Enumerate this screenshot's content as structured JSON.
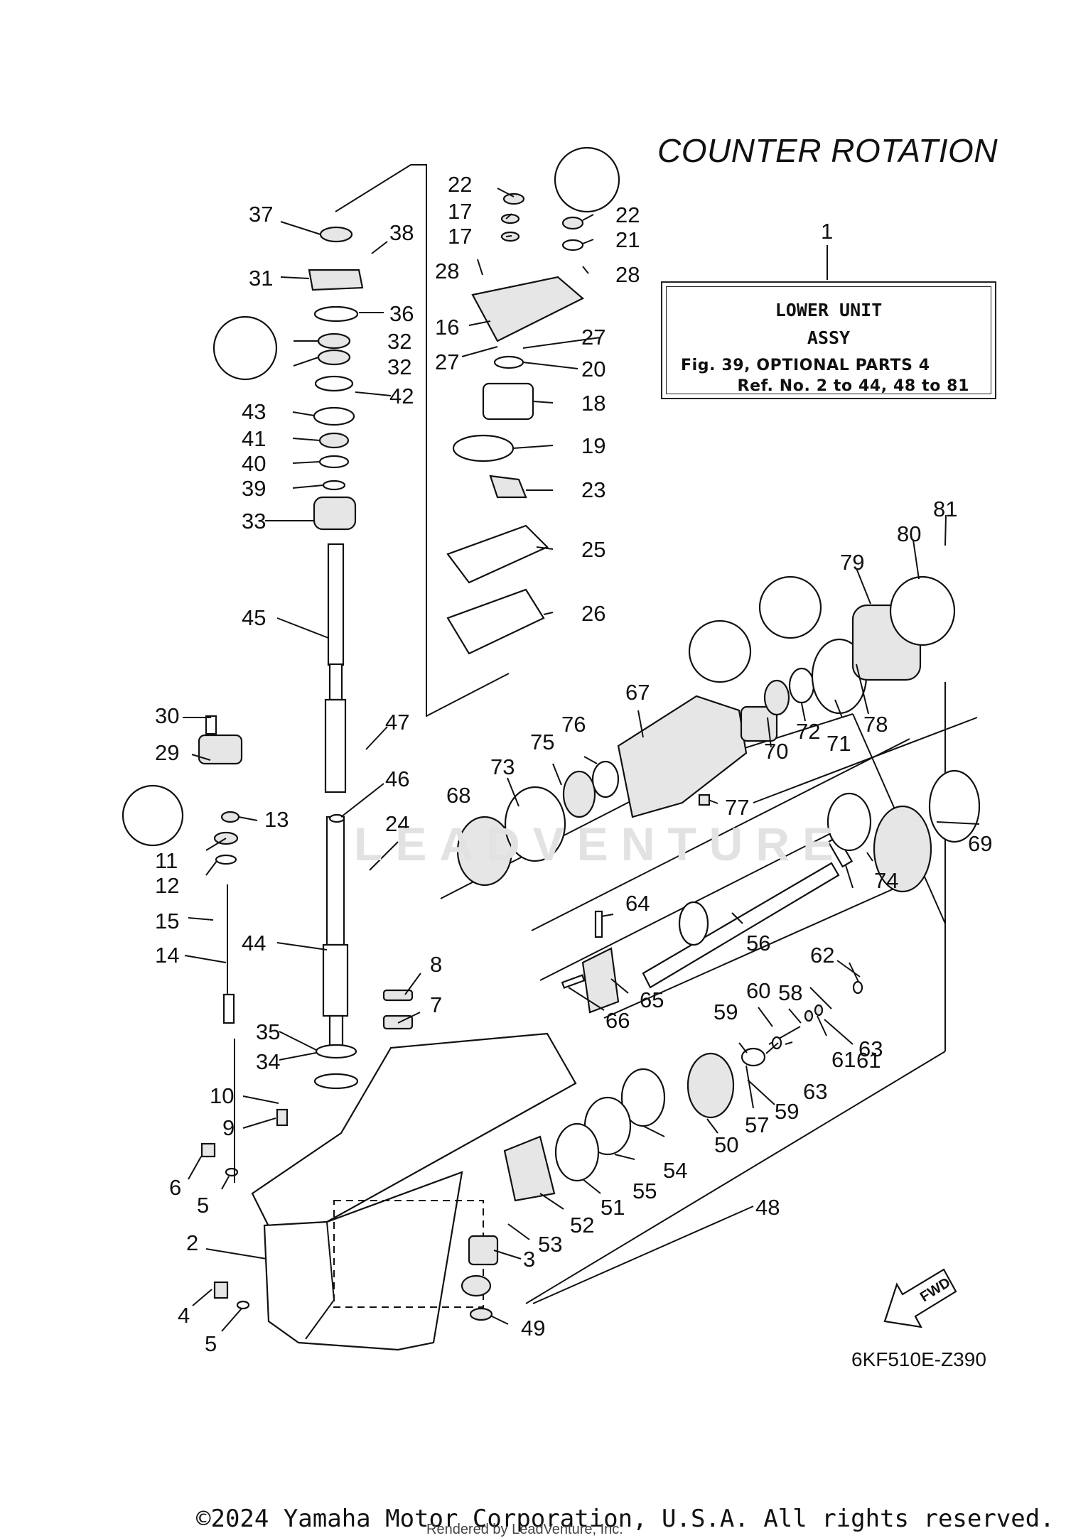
{
  "title": "COUNTER ROTATION",
  "reference_box": {
    "line1": "LOWER UNIT",
    "line2": "ASSY",
    "line3": "Fig. 39, OPTIONAL PARTS 4",
    "line4": "Ref. No. 2 to 44, 48 to 81"
  },
  "diagram_code": "6KF510E-Z390",
  "fwd_label": "FWD",
  "watermark": "LEADVENTURE",
  "footer": {
    "copyright": "©2024 Yamaha Motor Corporation, U.S.A. All rights reserved.",
    "rendered_by": "Rendered by LeadVenture, Inc."
  },
  "callouts": [
    {
      "key": "c1",
      "text": "1"
    },
    {
      "key": "c2",
      "text": "2"
    },
    {
      "key": "c3",
      "text": "3"
    },
    {
      "key": "c4",
      "text": "4"
    },
    {
      "key": "c5a",
      "text": "5"
    },
    {
      "key": "c5b",
      "text": "5"
    },
    {
      "key": "c6",
      "text": "6"
    },
    {
      "key": "c7",
      "text": "7"
    },
    {
      "key": "c8",
      "text": "8"
    },
    {
      "key": "c9",
      "text": "9"
    },
    {
      "key": "c10",
      "text": "10"
    },
    {
      "key": "c11",
      "text": "11"
    },
    {
      "key": "c12",
      "text": "12"
    },
    {
      "key": "c13",
      "text": "13"
    },
    {
      "key": "c14",
      "text": "14"
    },
    {
      "key": "c15",
      "text": "15"
    },
    {
      "key": "c16",
      "text": "16"
    },
    {
      "key": "c17a",
      "text": "17"
    },
    {
      "key": "c17b",
      "text": "17"
    },
    {
      "key": "c18",
      "text": "18"
    },
    {
      "key": "c19",
      "text": "19"
    },
    {
      "key": "c20",
      "text": "20"
    },
    {
      "key": "c21",
      "text": "21"
    },
    {
      "key": "c22a",
      "text": "22"
    },
    {
      "key": "c22b",
      "text": "22"
    },
    {
      "key": "c23",
      "text": "23"
    },
    {
      "key": "c24",
      "text": "24"
    },
    {
      "key": "c25",
      "text": "25"
    },
    {
      "key": "c26",
      "text": "26"
    },
    {
      "key": "c27a",
      "text": "27"
    },
    {
      "key": "c27b",
      "text": "27"
    },
    {
      "key": "c28a",
      "text": "28"
    },
    {
      "key": "c28b",
      "text": "28"
    },
    {
      "key": "c29",
      "text": "29"
    },
    {
      "key": "c30",
      "text": "30"
    },
    {
      "key": "c31",
      "text": "31"
    },
    {
      "key": "c32a",
      "text": "32"
    },
    {
      "key": "c32b",
      "text": "32"
    },
    {
      "key": "c33",
      "text": "33"
    },
    {
      "key": "c34",
      "text": "34"
    },
    {
      "key": "c35",
      "text": "35"
    },
    {
      "key": "c36",
      "text": "36"
    },
    {
      "key": "c37",
      "text": "37"
    },
    {
      "key": "c38",
      "text": "38"
    },
    {
      "key": "c39",
      "text": "39"
    },
    {
      "key": "c40",
      "text": "40"
    },
    {
      "key": "c41",
      "text": "41"
    },
    {
      "key": "c42",
      "text": "42"
    },
    {
      "key": "c43",
      "text": "43"
    },
    {
      "key": "c44",
      "text": "44"
    },
    {
      "key": "c45",
      "text": "45"
    },
    {
      "key": "c46",
      "text": "46"
    },
    {
      "key": "c47",
      "text": "47"
    },
    {
      "key": "c48",
      "text": "48"
    },
    {
      "key": "c49",
      "text": "49"
    },
    {
      "key": "c50",
      "text": "50"
    },
    {
      "key": "c51",
      "text": "51"
    },
    {
      "key": "c52",
      "text": "52"
    },
    {
      "key": "c53",
      "text": "53"
    },
    {
      "key": "c54",
      "text": "54"
    },
    {
      "key": "c55",
      "text": "55"
    },
    {
      "key": "c56",
      "text": "56"
    },
    {
      "key": "c57",
      "text": "57"
    },
    {
      "key": "c58",
      "text": "58"
    },
    {
      "key": "c59a",
      "text": "59"
    },
    {
      "key": "c59b",
      "text": "59"
    },
    {
      "key": "c60",
      "text": "60"
    },
    {
      "key": "c61a",
      "text": "61"
    },
    {
      "key": "c61b",
      "text": "61"
    },
    {
      "key": "c62",
      "text": "62"
    },
    {
      "key": "c63a",
      "text": "63"
    },
    {
      "key": "c63b",
      "text": "63"
    },
    {
      "key": "c64",
      "text": "64"
    },
    {
      "key": "c65",
      "text": "65"
    },
    {
      "key": "c66",
      "text": "66"
    },
    {
      "key": "c67",
      "text": "67"
    },
    {
      "key": "c68",
      "text": "68"
    },
    {
      "key": "c69",
      "text": "69"
    },
    {
      "key": "c70",
      "text": "70"
    },
    {
      "key": "c71",
      "text": "71"
    },
    {
      "key": "c72",
      "text": "72"
    },
    {
      "key": "c73",
      "text": "73"
    },
    {
      "key": "c74",
      "text": "74"
    },
    {
      "key": "c75",
      "text": "75"
    },
    {
      "key": "c76",
      "text": "76"
    },
    {
      "key": "c77",
      "text": "77"
    },
    {
      "key": "c78",
      "text": "78"
    },
    {
      "key": "c79",
      "text": "79"
    },
    {
      "key": "c80",
      "text": "80"
    },
    {
      "key": "c81",
      "text": "81"
    }
  ]
}
